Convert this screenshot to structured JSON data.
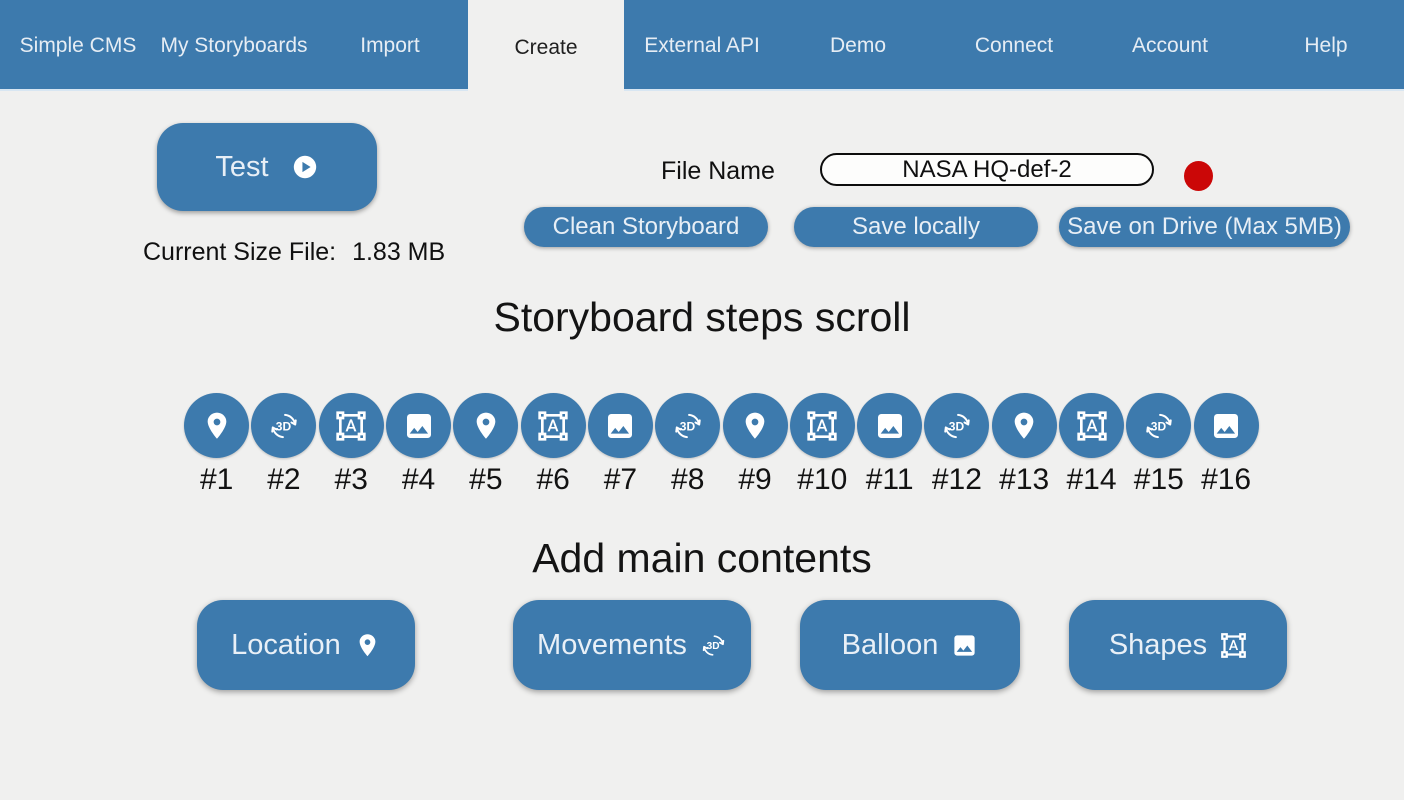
{
  "colors": {
    "accent_blue": "#3d7aad",
    "page_background": "#f0f0ef",
    "record_dot_red": "#cb0707"
  },
  "nav": {
    "items": [
      {
        "label": "Simple CMS",
        "active": false
      },
      {
        "label": "My Storyboards",
        "active": false
      },
      {
        "label": "Import",
        "active": false
      },
      {
        "label": "Create",
        "active": true
      },
      {
        "label": "External API",
        "active": false
      },
      {
        "label": "Demo",
        "active": false
      },
      {
        "label": "Connect",
        "active": false
      },
      {
        "label": "Account",
        "active": false
      },
      {
        "label": "Help",
        "active": false
      }
    ]
  },
  "toolbar": {
    "test_label": "Test",
    "test_icon": "play-icon",
    "current_size_label": "Current Size File:",
    "current_size_value": "1.83 MB",
    "file_name_label": "File Name",
    "file_name_value": "NASA HQ-def-2",
    "clean_label": "Clean Storyboard",
    "save_locally_label": "Save locally",
    "save_drive_label": "Save on Drive (Max 5MB)"
  },
  "steps": {
    "title": "Storyboard steps scroll",
    "items": [
      {
        "label": "#1",
        "icon": "location-icon"
      },
      {
        "label": "#2",
        "icon": "3d-rotation-icon"
      },
      {
        "label": "#3",
        "icon": "shapes-icon"
      },
      {
        "label": "#4",
        "icon": "image-icon"
      },
      {
        "label": "#5",
        "icon": "location-icon"
      },
      {
        "label": "#6",
        "icon": "shapes-icon"
      },
      {
        "label": "#7",
        "icon": "image-icon"
      },
      {
        "label": "#8",
        "icon": "3d-rotation-icon"
      },
      {
        "label": "#9",
        "icon": "location-icon"
      },
      {
        "label": "#10",
        "icon": "shapes-icon"
      },
      {
        "label": "#11",
        "icon": "image-icon"
      },
      {
        "label": "#12",
        "icon": "3d-rotation-icon"
      },
      {
        "label": "#13",
        "icon": "location-icon"
      },
      {
        "label": "#14",
        "icon": "shapes-icon"
      },
      {
        "label": "#15",
        "icon": "3d-rotation-icon"
      },
      {
        "label": "#16",
        "icon": "image-icon"
      }
    ]
  },
  "contents": {
    "title": "Add main contents",
    "buttons": [
      {
        "label": "Location",
        "icon": "location-icon"
      },
      {
        "label": "Movements",
        "icon": "3d-rotation-icon"
      },
      {
        "label": "Balloon",
        "icon": "image-icon"
      },
      {
        "label": "Shapes",
        "icon": "shapes-icon"
      }
    ]
  }
}
